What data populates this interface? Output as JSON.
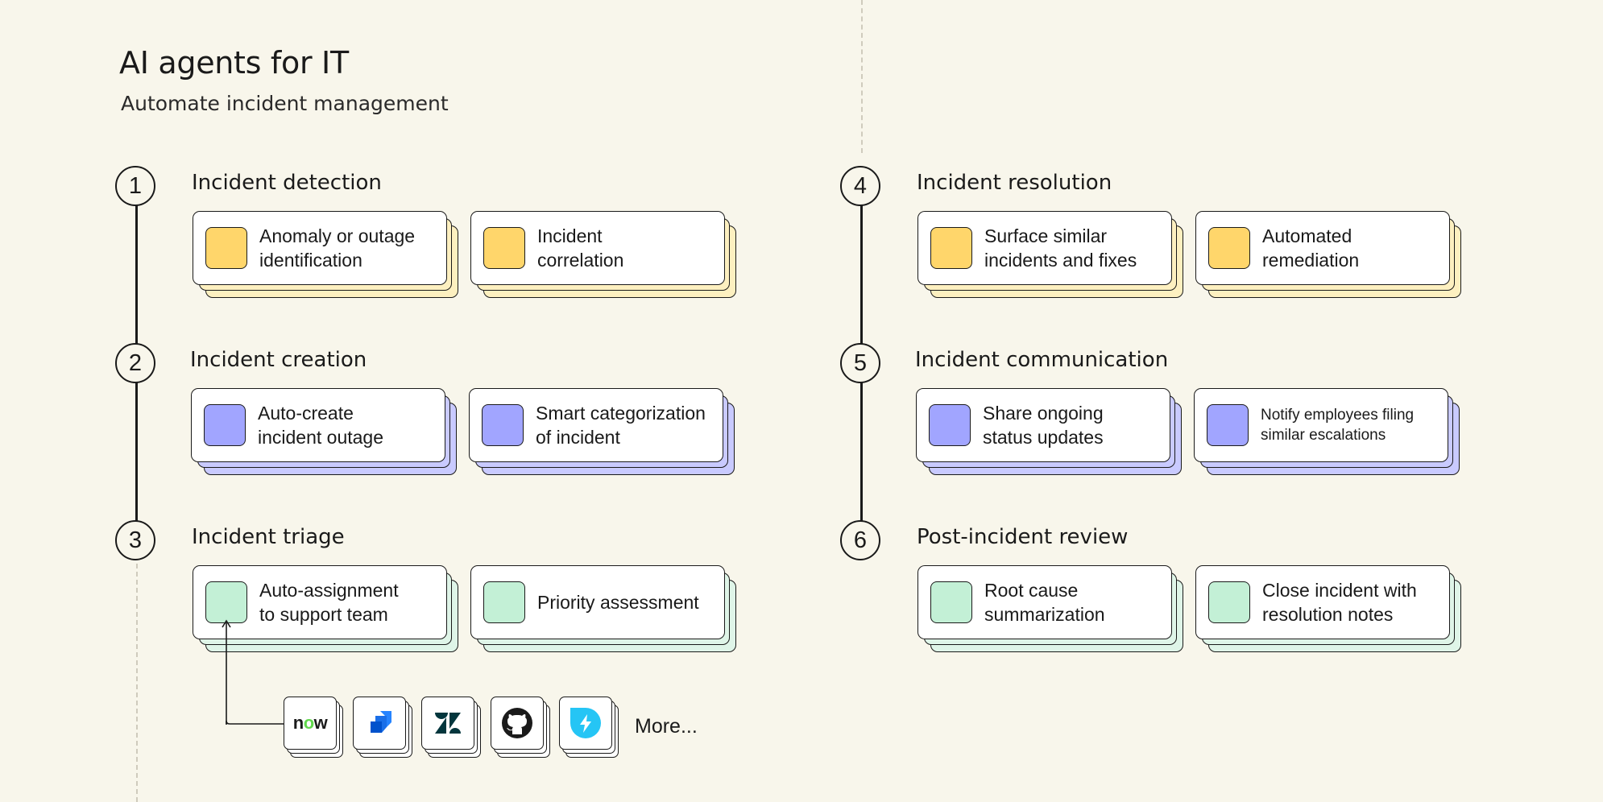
{
  "header": {
    "title": "AI agents for IT",
    "subtitle": "Automate incident management"
  },
  "colors": {
    "background": "#f8f6eb",
    "detection_icon": "#ffd66b",
    "detection_stack": "#fdf0c0",
    "creation_icon": "#a1a5ff",
    "creation_stack": "#c9caff",
    "triage_icon": "#c3f0d6",
    "triage_stack": "#dff5e8"
  },
  "steps": [
    {
      "number": "1",
      "title": "Incident detection",
      "cards": [
        {
          "text": "Anomaly or outage\nidentification"
        },
        {
          "text": "Incident\ncorrelation"
        }
      ]
    },
    {
      "number": "2",
      "title": "Incident creation",
      "cards": [
        {
          "text": "Auto-create\nincident outage"
        },
        {
          "text": "Smart categorization\nof incident"
        }
      ]
    },
    {
      "number": "3",
      "title": "Incident triage",
      "cards": [
        {
          "text": "Auto-assignment\nto support team"
        },
        {
          "text": "Priority assessment"
        }
      ]
    },
    {
      "number": "4",
      "title": "Incident resolution",
      "cards": [
        {
          "text": "Surface similar\nincidents and fixes"
        },
        {
          "text": "Automated\nremediation"
        }
      ]
    },
    {
      "number": "5",
      "title": "Incident communication",
      "cards": [
        {
          "text": "Share ongoing\nstatus updates"
        },
        {
          "text": "Notify employees filing\nsimilar escalations"
        }
      ]
    },
    {
      "number": "6",
      "title": "Post-incident review",
      "cards": [
        {
          "text": "Root cause\nsummarization"
        },
        {
          "text": "Close incident with\nresolution notes"
        }
      ]
    }
  ],
  "integrations": {
    "items": [
      {
        "icon": "servicenow-icon",
        "logo_text": "now"
      },
      {
        "icon": "jira-icon"
      },
      {
        "icon": "zendesk-icon"
      },
      {
        "icon": "github-icon"
      },
      {
        "icon": "freshservice-icon"
      }
    ],
    "more_label": "More..."
  }
}
